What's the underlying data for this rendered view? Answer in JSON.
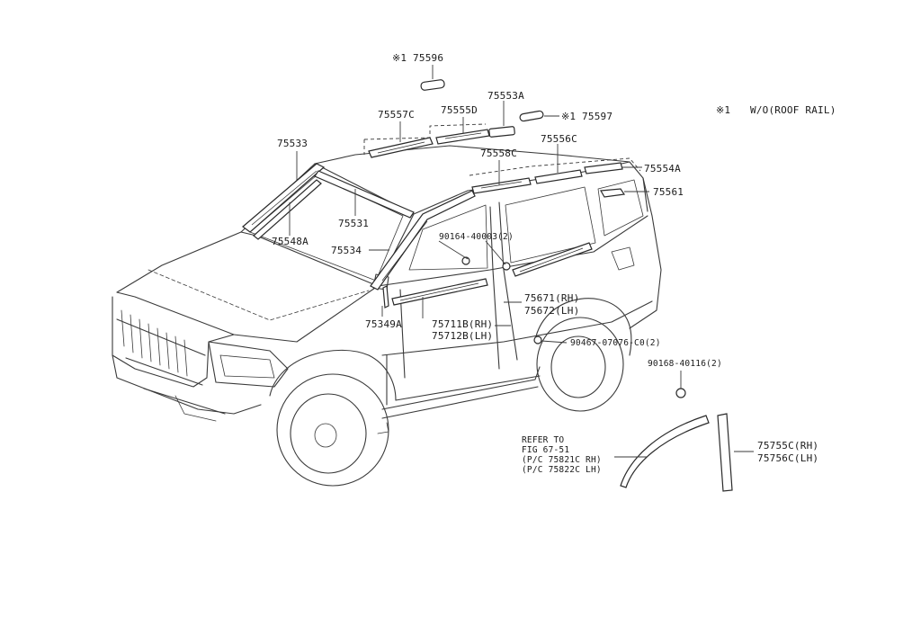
{
  "note": {
    "mark": "※1",
    "text": "W/O(ROOF RAIL)"
  },
  "callouts": {
    "p75596": "※1 75596",
    "p75597": "※1 75597",
    "p75553A": "75553A",
    "p75557C": "75557C",
    "p75555D": "75555D",
    "p75556C": "75556C",
    "p75558C": "75558C",
    "p75554A": "75554A",
    "p75561": "75561",
    "p75533": "75533",
    "p75531": "75531",
    "p75548A": "75548A",
    "p75534": "75534",
    "p90164": "90164-40003(2)",
    "p75671": "75671(RH)",
    "p75672": "75672(LH)",
    "p75349A": "75349A",
    "p75711B": "75711B(RH)",
    "p75712B": "75712B(LH)",
    "p90467": "90467-07076-C0(2)",
    "p90168": "90168-40116(2)",
    "p75755C": "75755C(RH)",
    "p75756C": "75756C(LH)"
  },
  "refer": {
    "line1": "REFER TO",
    "line2": "FIG 67-51",
    "line3": "(P/C 75821C RH)",
    "line4": "(P/C 75822C LH)"
  }
}
